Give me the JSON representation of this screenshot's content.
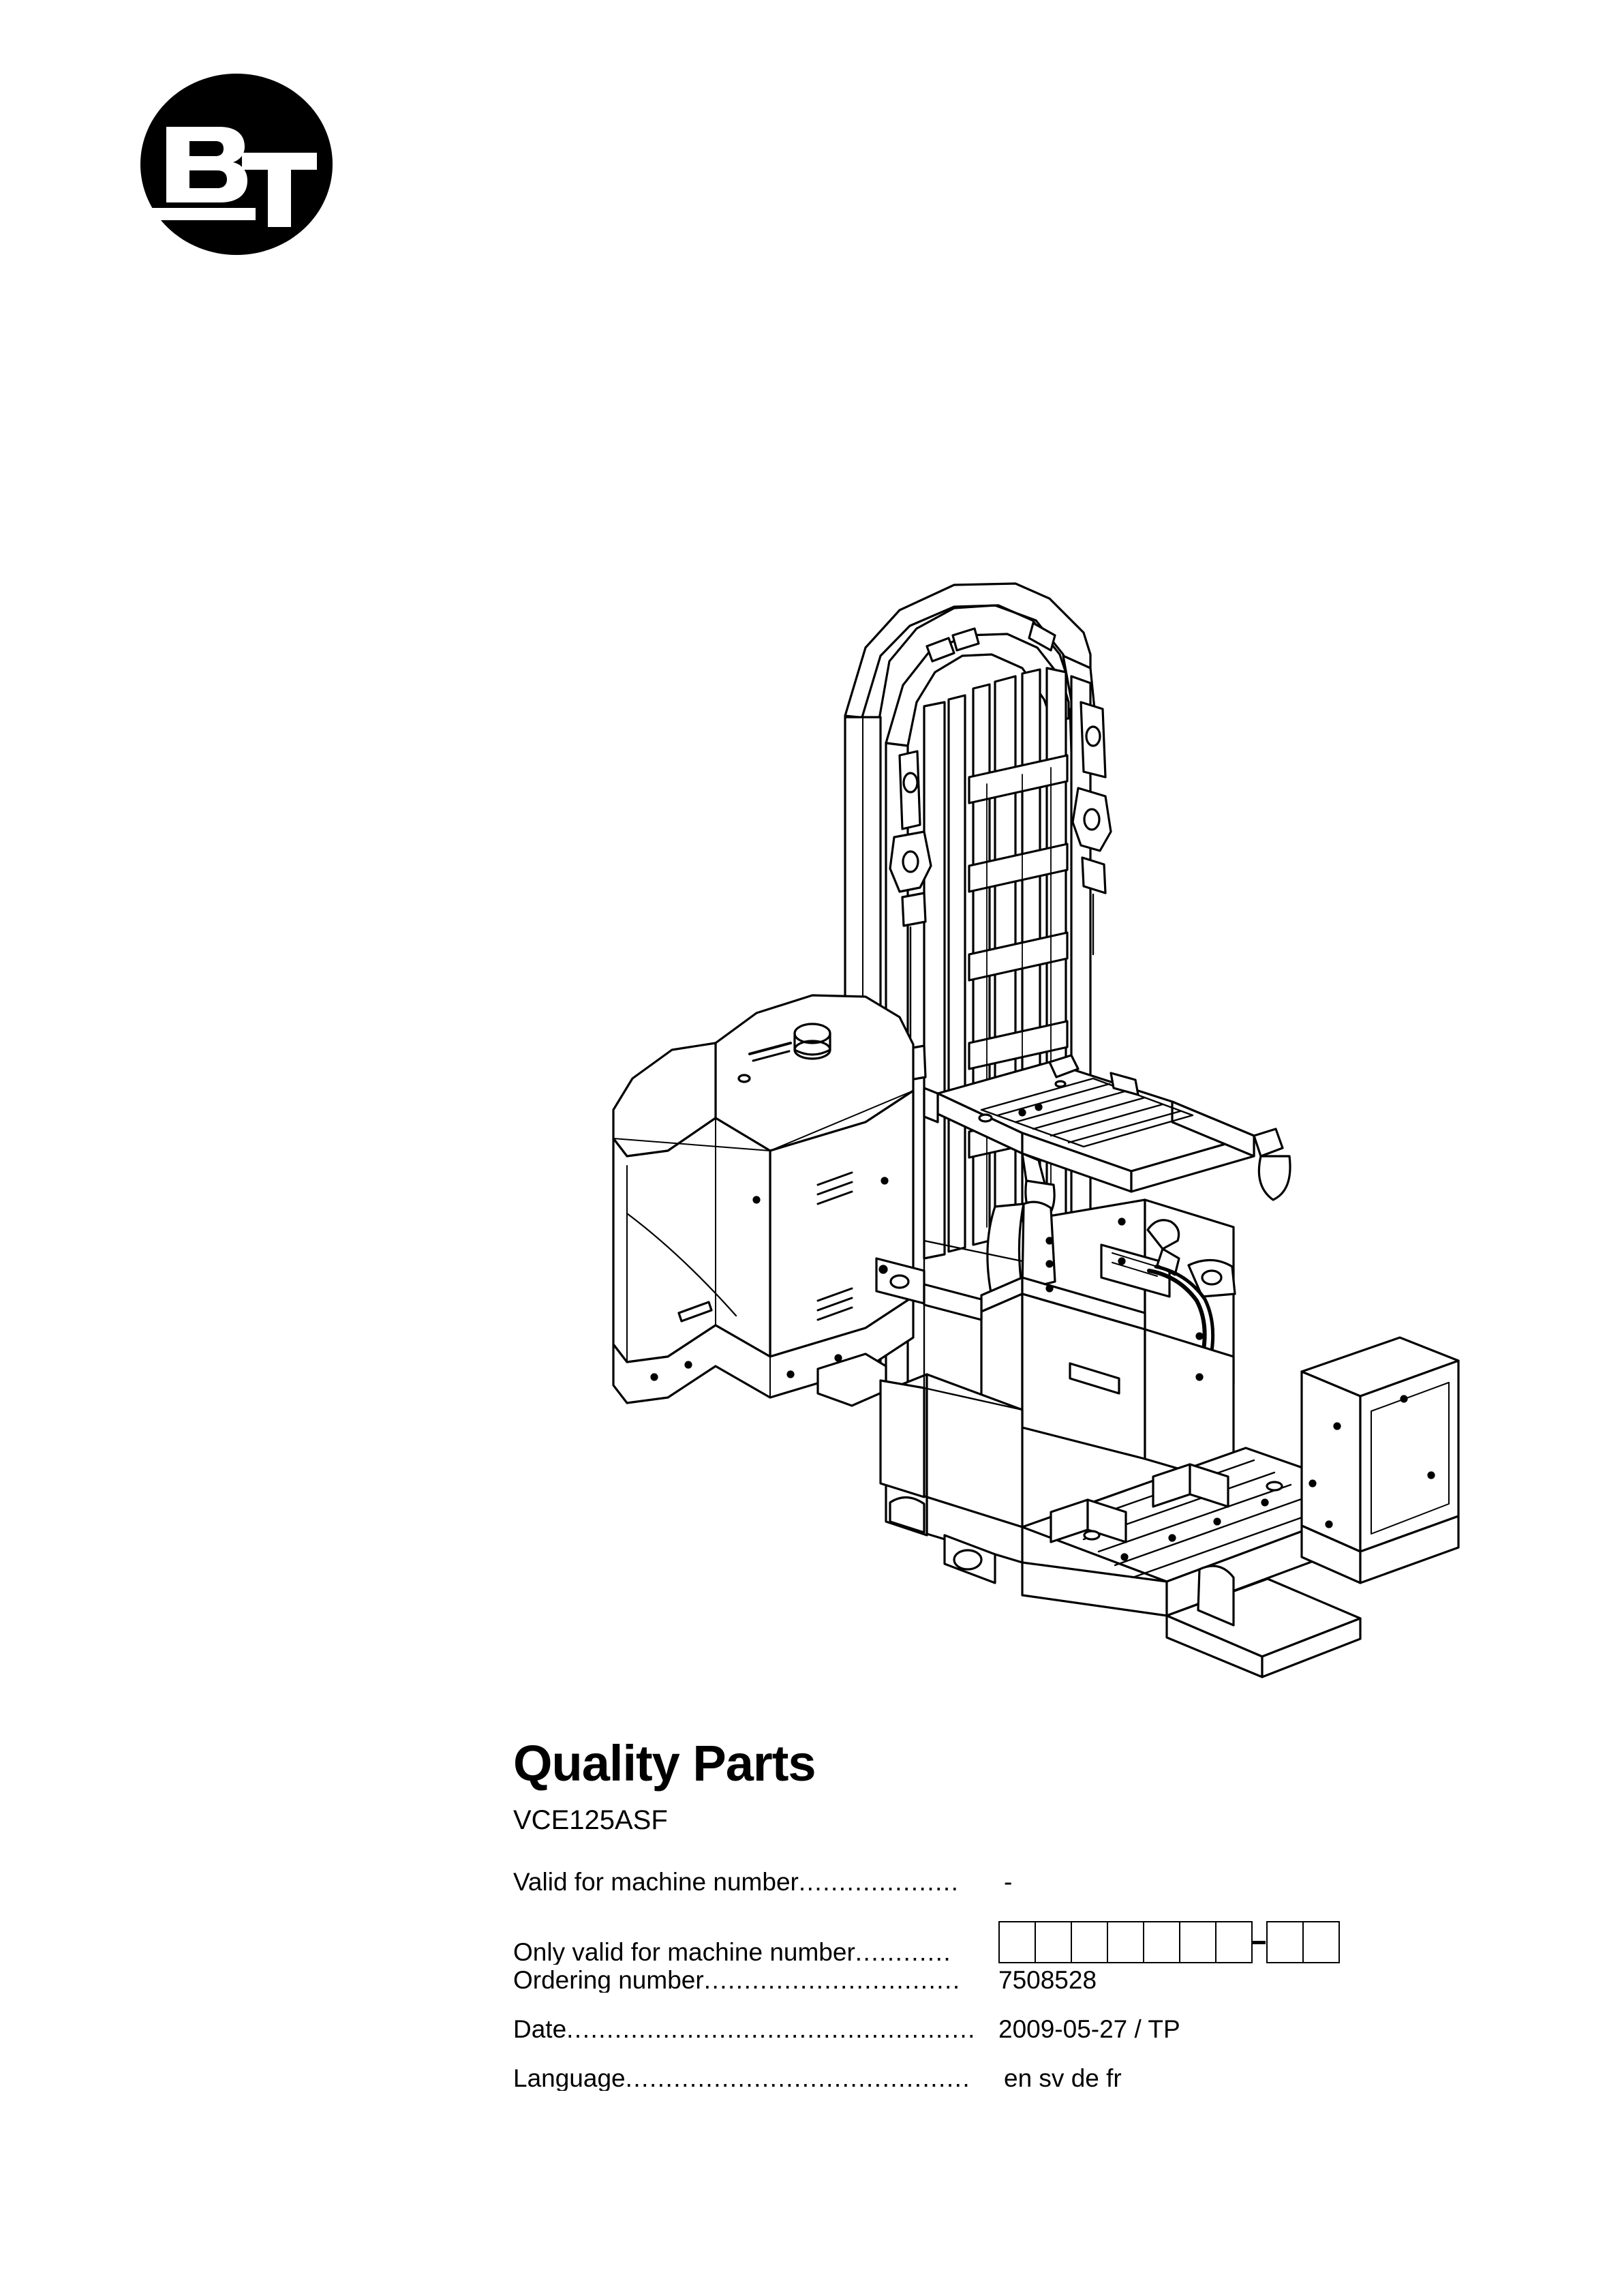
{
  "page": {
    "background_color": "#ffffff",
    "ink_color": "#000000"
  },
  "logo": {
    "name": "BT",
    "letters": [
      "B",
      "T"
    ],
    "shape": "black-circle-with-white-letters"
  },
  "illustration": {
    "subject": "BT VCE125ASF order picker forklift truck",
    "style": "technical line drawing",
    "view": "isometric"
  },
  "document": {
    "title": "Quality Parts",
    "model": "VCE125ASF",
    "rows": [
      {
        "label": "Valid for machine number",
        "dots": "....................",
        "value": "-",
        "type": "text"
      },
      {
        "label": "Only valid for machine number",
        "dots": "............",
        "value": "",
        "type": "boxes",
        "boxes_before_dash": 7,
        "boxes_after_dash": 2
      },
      {
        "label": "Ordering number ",
        "dots": "................................",
        "value": "7508528",
        "type": "text"
      },
      {
        "label": "Date ",
        "dots": "...................................................",
        "value": "2009-05-27 / TP",
        "type": "text"
      },
      {
        "label": "Language",
        "dots": "...........................................",
        "value": "en sv de fr",
        "type": "text"
      }
    ]
  }
}
